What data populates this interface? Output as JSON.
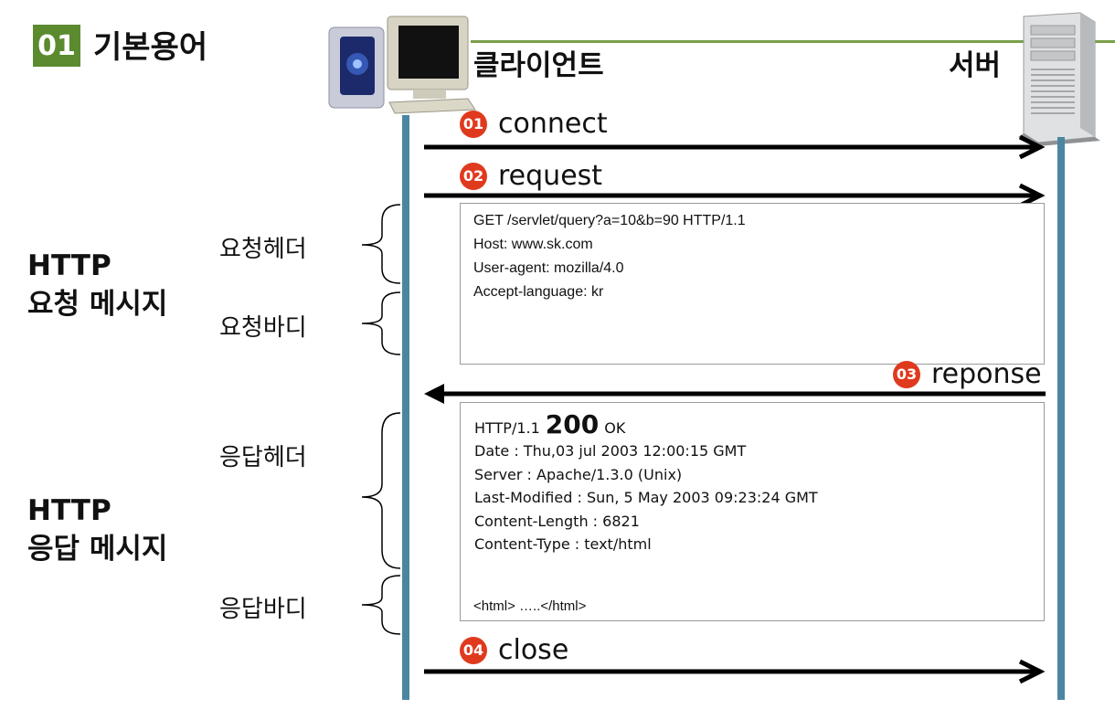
{
  "header": {
    "section_number": "01",
    "section_title": "기본용어",
    "client_label": "클라이언트",
    "server_label": "서버"
  },
  "steps": [
    {
      "number": "01",
      "label": "connect"
    },
    {
      "number": "02",
      "label": "request"
    },
    {
      "number": "03",
      "label": "reponse"
    },
    {
      "number": "04",
      "label": "close"
    }
  ],
  "request": {
    "group_title_line1": "HTTP",
    "group_title_line2": "요청 메시지",
    "header_label": "요청헤더",
    "body_label": "요청바디",
    "lines": [
      "GET /servlet/query?a=10&b=90 HTTP/1.1",
      "Host:  www.sk.com",
      "User-agent: mozilla/4.0",
      "Accept-language: kr"
    ]
  },
  "response": {
    "group_title_line1": "HTTP",
    "group_title_line2": "응답 메시지",
    "header_label": "응답헤더",
    "body_label": "응답바디",
    "status_version": "HTTP/1.1",
    "status_code": "200",
    "status_text": "OK",
    "lines": [
      "Date : Thu,03 jul 2003 12:00:15 GMT",
      "Server : Apache/1.3.0 (Unix)",
      "Last-Modified : Sun, 5 May 2003 09:23:24 GMT",
      "Content-Length : 6821",
      "Content-Type : text/html"
    ],
    "body_line": "<html> …..</html>"
  },
  "colors": {
    "badge_green": "#5b8a2f",
    "lifeline_blue": "#4b86a0",
    "step_red": "#e03a1e"
  },
  "icons": {
    "client": "desktop-computer-icon",
    "server": "server-tower-icon"
  }
}
